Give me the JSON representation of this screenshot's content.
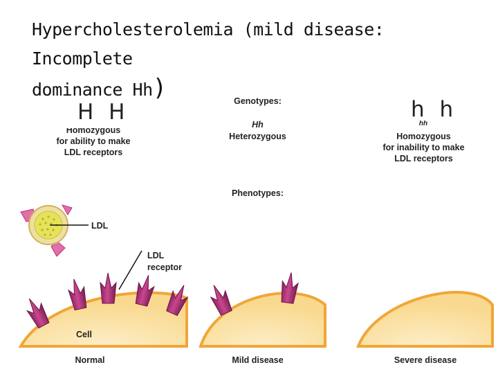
{
  "title": {
    "line1": "Hypercholesterolemia (mild disease: Incomplete",
    "line2_text": "dominance Hh",
    "line2_paren": ")"
  },
  "genotypes_heading": "Genotypes:",
  "phenotypes_heading": "Phenotypes:",
  "columns": [
    {
      "big_label": "H H",
      "genotype": "",
      "desc_line1": "Homozygous",
      "desc_line2": "for ability to make",
      "desc_line3": "LDL receptors",
      "phenotype": "Normal"
    },
    {
      "big_label": "",
      "genotype": "Hh",
      "desc_line1": "Heterozygous",
      "desc_line2": "",
      "desc_line3": "",
      "phenotype": "Mild disease"
    },
    {
      "big_label": "h h",
      "genotype": "hh",
      "desc_line1": "Homozygous",
      "desc_line2": "for inability to make",
      "desc_line3": "LDL receptors",
      "phenotype": "Severe disease"
    }
  ],
  "callouts": {
    "ldl": "LDL",
    "ldl_receptor_line1": "LDL",
    "ldl_receptor_line2": "receptor",
    "cell": "Cell"
  },
  "colors": {
    "cell_fill": "#fbe3b0",
    "cell_border": "#f0a637",
    "receptor": "#b4337d",
    "receptor_dark": "#7a1d52",
    "ldl_core": "#e8ea7a",
    "ldl_ring": "#d9c27a",
    "ldl_spike": "#e26fa8"
  }
}
